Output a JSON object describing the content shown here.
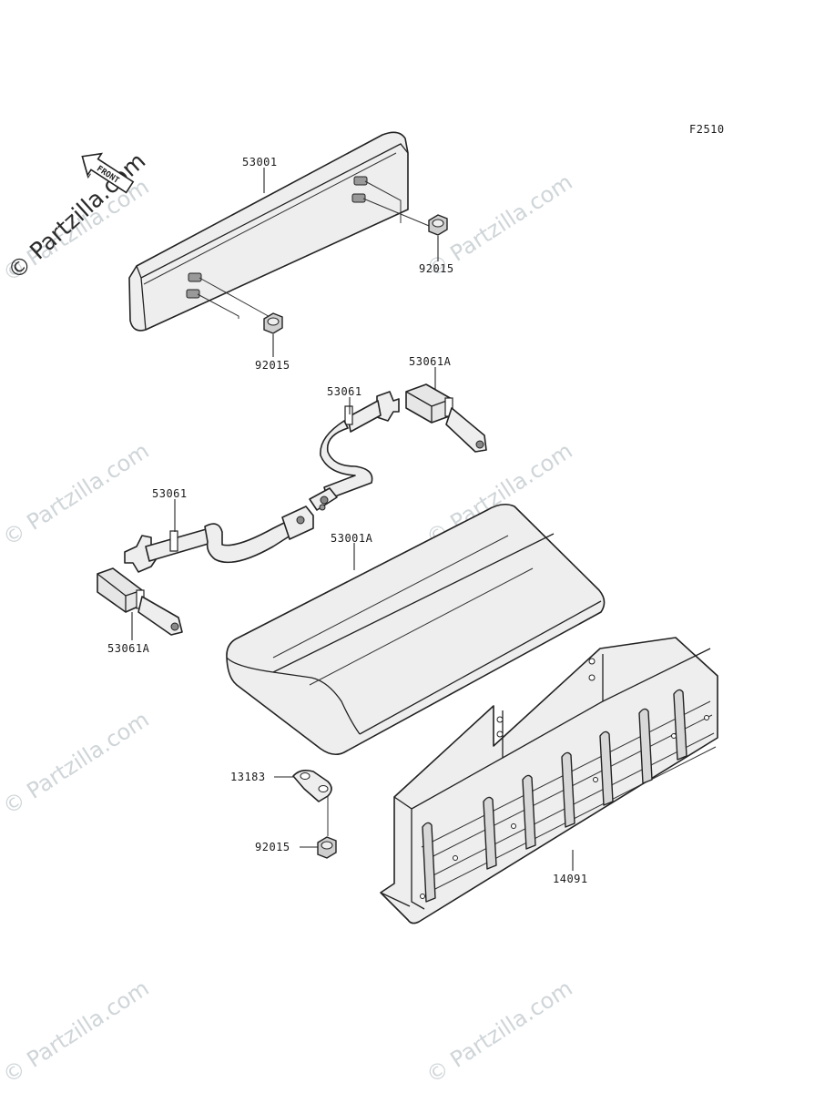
{
  "figure_code": "F2510",
  "front_label": "FRONT",
  "watermarks": [
    "© Partzilla.com"
  ],
  "parts": {
    "top_cushion": "53001",
    "nut_top_right": "92015",
    "nut_top_left": "92015",
    "strap_upper": "53061",
    "strap_end_upper": "53061A",
    "strap_lower": "53061",
    "seat_cushion": "53001A",
    "strap_end_lower": "53061A",
    "bracket": "13183",
    "nut_bracket": "92015",
    "base_frame": "14091"
  }
}
